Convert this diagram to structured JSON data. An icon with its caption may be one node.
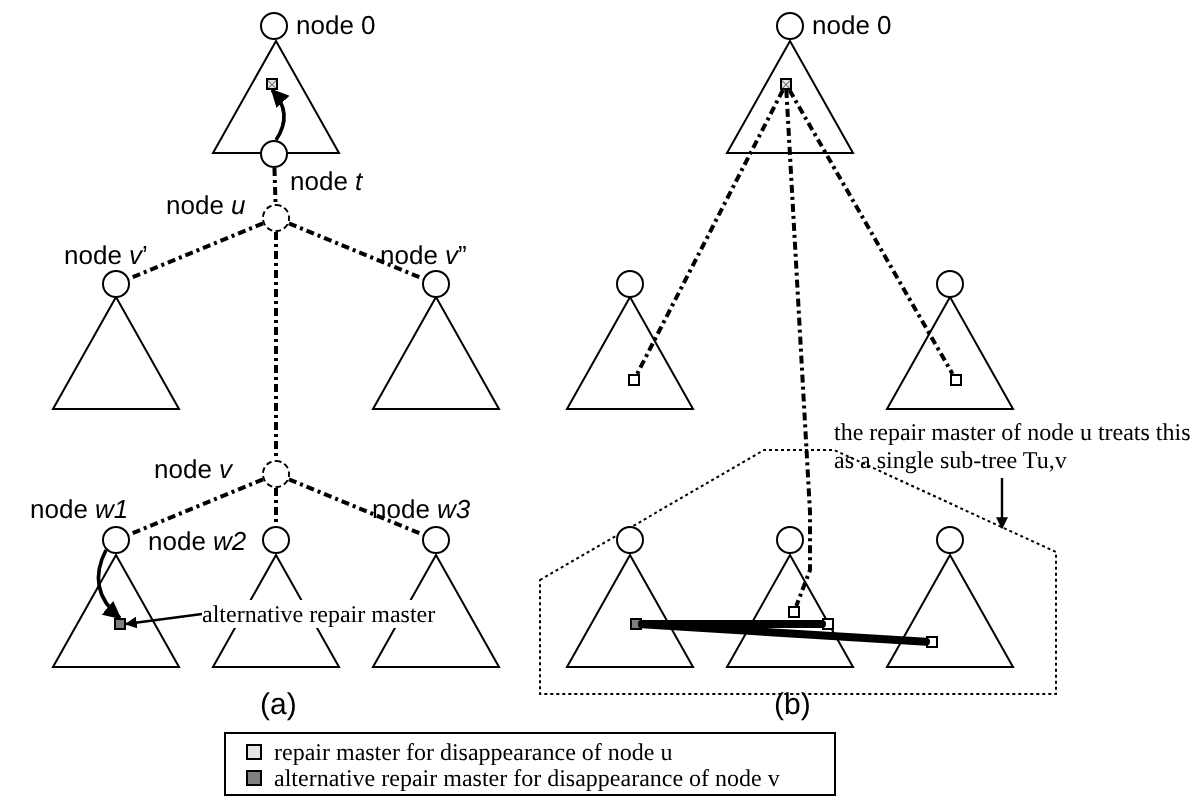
{
  "diagram": {
    "nodes": [
      {
        "text": [],
        "shape": "circle",
        "beside": [
          "node 0"
        ]
      },
      {
        "text": [],
        "shape": "triangle"
      },
      {
        "text": [],
        "shape": "box",
        "in": 1
      },
      {
        "text": [],
        "shape": "circle",
        "beside": [
          "node *t*"
        ]
      },
      {
        "text": [],
        "shape": "circle",
        "beside": [
          "node *u*"
        ]
      },
      {
        "text": [],
        "shape": "circle",
        "beside": [
          "node *v*’"
        ]
      },
      {
        "text": [],
        "shape": "circle",
        "beside": [
          "node *v*”"
        ]
      },
      {
        "text": [],
        "shape": "triangle"
      },
      {
        "text": [],
        "shape": "triangle"
      },
      {
        "text": [],
        "shape": "circle",
        "beside": [
          "node *v*"
        ]
      },
      {
        "text": [],
        "shape": "circle",
        "beside": [
          "node *w1*"
        ]
      },
      {
        "text": [],
        "shape": "circle",
        "beside": [
          "node *w2*"
        ]
      },
      {
        "text": [],
        "shape": "circle",
        "beside": [
          "node *w3*"
        ]
      },
      {
        "text": [],
        "shape": "triangle"
      },
      {
        "text": [],
        "shape": "triangle"
      },
      {
        "text": [],
        "shape": "triangle"
      },
      {
        "text": [
          "alternative repair master"
        ]
      },
      {
        "text": [],
        "shape": "box",
        "in": 13
      },
      {
        "text": [],
        "shape": "circle",
        "beside": [
          "node 0"
        ]
      },
      {
        "text": [],
        "shape": "triangle"
      },
      {
        "text": [],
        "shape": "box",
        "in": 19
      },
      {
        "text": [],
        "shape": "circle"
      },
      {
        "text": [],
        "shape": "circle"
      },
      {
        "text": [],
        "shape": "triangle"
      },
      {
        "text": [],
        "shape": "triangle"
      },
      {
        "text": [],
        "shape": "box",
        "in": 23
      },
      {
        "text": [],
        "shape": "box",
        "in": 24
      },
      {
        "text": [
          "the repair master of node u treats this as a single sub-tree Tu,v"
        ]
      },
      {
        "text": [],
        "shape": "pentagon"
      },
      {
        "text": [],
        "shape": "circle",
        "in": 28
      },
      {
        "text": [],
        "shape": "circle",
        "in": 28
      },
      {
        "text": [],
        "shape": "circle",
        "in": 28
      },
      {
        "text": [],
        "shape": "triangle",
        "in": 28
      },
      {
        "text": [],
        "shape": "triangle",
        "in": 28
      },
      {
        "text": [],
        "shape": "triangle",
        "in": 28
      },
      {
        "text": [],
        "shape": "box",
        "in": 32
      },
      {
        "text": [],
        "shape": "box",
        "in": 33
      },
      {
        "text": [],
        "shape": "box",
        "in": 33
      },
      {
        "text": [],
        "shape": "box",
        "in": 34
      }
    ],
    "edges": [
      {
        "from": 3,
        "to": 2,
        "arrow": "to"
      },
      {
        "from": 3,
        "to": 4,
        "arrow": "none",
        "style": "dashed"
      },
      {
        "from": 4,
        "to": 5,
        "arrow": "none",
        "style": "dashed"
      },
      {
        "from": 4,
        "to": 6,
        "arrow": "none",
        "style": "dashed"
      },
      {
        "from": 4,
        "to": 9,
        "arrow": "none",
        "style": "dashed"
      },
      {
        "from": 9,
        "to": 10,
        "arrow": "none",
        "style": "dashed"
      },
      {
        "from": 9,
        "to": 11,
        "arrow": "none",
        "style": "dashed"
      },
      {
        "from": 9,
        "to": 12,
        "arrow": "none",
        "style": "dashed"
      },
      {
        "from": 10,
        "to": 17,
        "arrow": "to"
      },
      {
        "from": 16,
        "to": 17,
        "arrow": "to"
      },
      {
        "from": 20,
        "to": 25,
        "arrow": "none",
        "style": "dashed"
      },
      {
        "from": 20,
        "to": 26,
        "arrow": "none",
        "style": "dashed"
      },
      {
        "from": 20,
        "to": 36,
        "arrow": "none",
        "style": "dashed"
      },
      {
        "from": 35,
        "to": 37,
        "arrow": "none",
        "style": "thick"
      },
      {
        "from": 35,
        "to": 38,
        "arrow": "none",
        "style": "thick"
      },
      {
        "from": 27,
        "to": 28,
        "arrow": "to"
      }
    ],
    "labels": [
      "(a)",
      "(b)"
    ],
    "legend": [
      {
        "text": "repair master for disappearance of node u",
        "color": "#e6e6e6"
      },
      {
        "text": "alternative repair master for disappearance of node v",
        "color": "#808080"
      }
    ]
  }
}
